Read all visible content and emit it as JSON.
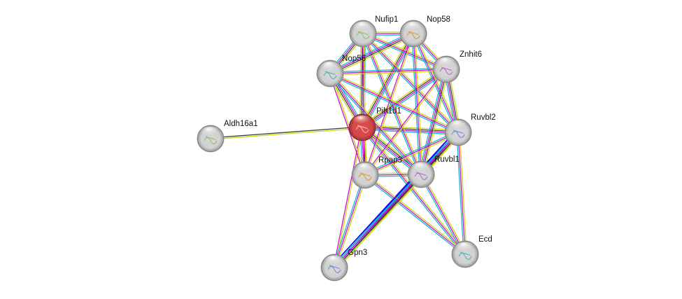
{
  "network": {
    "query_protein": "Pih1d1",
    "nodes": [
      {
        "id": "pih1d1",
        "label": "Pih1d1",
        "query": true,
        "color": "#dd4b4b"
      },
      {
        "id": "nufip1",
        "label": "Nufip1",
        "query": false,
        "color": "#d9d9d9"
      },
      {
        "id": "nop58",
        "label": "Nop58",
        "query": false,
        "color": "#d9d9d9"
      },
      {
        "id": "znhit6",
        "label": "Znhit6",
        "query": false,
        "color": "#d9d9d9"
      },
      {
        "id": "nop56",
        "label": "Nop56",
        "query": false,
        "color": "#d9d9d9"
      },
      {
        "id": "ruvbl2",
        "label": "Ruvbl2",
        "query": false,
        "color": "#d9d9d9"
      },
      {
        "id": "aldh16a1",
        "label": "Aldh16a1",
        "query": false,
        "color": "#d9d9d9"
      },
      {
        "id": "rpap3",
        "label": "Rpap3",
        "query": false,
        "color": "#d9d9d9"
      },
      {
        "id": "ruvbl1",
        "label": "Ruvbl1",
        "query": false,
        "color": "#d9d9d9"
      },
      {
        "id": "ecd",
        "label": "Ecd",
        "query": false,
        "color": "#d9d9d9"
      },
      {
        "id": "gpn3",
        "label": "Gpn3",
        "query": false,
        "color": "#d9d9d9"
      }
    ],
    "edge_colors": {
      "textmining": "#c8d400",
      "coexpression": "#333333",
      "experiments": "#cc00cc",
      "databases": "#00b8cc",
      "cooccurrence": "#0000ff",
      "neighborhood": "#00cc00"
    },
    "edges": [
      {
        "source": "pih1d1",
        "target": "aldh16a1",
        "evidence": [
          "coexpression",
          "textmining"
        ]
      },
      {
        "source": "pih1d1",
        "target": "nufip1",
        "evidence": [
          "experiments",
          "databases",
          "textmining",
          "coexpression"
        ]
      },
      {
        "source": "pih1d1",
        "target": "nop58",
        "evidence": [
          "experiments",
          "databases",
          "textmining",
          "coexpression"
        ]
      },
      {
        "source": "pih1d1",
        "target": "znhit6",
        "evidence": [
          "experiments",
          "databases",
          "textmining",
          "coexpression"
        ]
      },
      {
        "source": "pih1d1",
        "target": "nop56",
        "evidence": [
          "experiments",
          "databases",
          "textmining",
          "coexpression"
        ]
      },
      {
        "source": "pih1d1",
        "target": "ruvbl2",
        "evidence": [
          "experiments",
          "databases",
          "textmining",
          "coexpression"
        ]
      },
      {
        "source": "pih1d1",
        "target": "rpap3",
        "evidence": [
          "experiments",
          "databases",
          "textmining",
          "coexpression"
        ]
      },
      {
        "source": "pih1d1",
        "target": "ruvbl1",
        "evidence": [
          "experiments",
          "databases",
          "textmining",
          "coexpression"
        ]
      },
      {
        "source": "pih1d1",
        "target": "ecd",
        "evidence": [
          "experiments",
          "databases",
          "textmining"
        ]
      },
      {
        "source": "pih1d1",
        "target": "gpn3",
        "evidence": [
          "experiments",
          "textmining"
        ]
      },
      {
        "source": "nufip1",
        "target": "nop58",
        "evidence": [
          "experiments",
          "databases",
          "textmining"
        ]
      },
      {
        "source": "nufip1",
        "target": "nop56",
        "evidence": [
          "experiments",
          "databases",
          "textmining",
          "coexpression"
        ]
      },
      {
        "source": "nufip1",
        "target": "znhit6",
        "evidence": [
          "experiments",
          "databases",
          "textmining"
        ]
      },
      {
        "source": "nufip1",
        "target": "ruvbl2",
        "evidence": [
          "experiments",
          "databases",
          "textmining"
        ]
      },
      {
        "source": "nufip1",
        "target": "ruvbl1",
        "evidence": [
          "experiments",
          "databases",
          "textmining"
        ]
      },
      {
        "source": "nufip1",
        "target": "rpap3",
        "evidence": [
          "experiments",
          "textmining"
        ]
      },
      {
        "source": "nop58",
        "target": "nop56",
        "evidence": [
          "experiments",
          "databases",
          "textmining",
          "coexpression"
        ]
      },
      {
        "source": "nop58",
        "target": "znhit6",
        "evidence": [
          "experiments",
          "databases",
          "textmining"
        ]
      },
      {
        "source": "nop58",
        "target": "ruvbl2",
        "evidence": [
          "experiments",
          "databases",
          "textmining"
        ]
      },
      {
        "source": "nop58",
        "target": "ruvbl1",
        "evidence": [
          "experiments",
          "databases",
          "textmining"
        ]
      },
      {
        "source": "nop58",
        "target": "rpap3",
        "evidence": [
          "experiments",
          "textmining"
        ]
      },
      {
        "source": "znhit6",
        "target": "nop56",
        "evidence": [
          "experiments",
          "databases",
          "textmining"
        ]
      },
      {
        "source": "znhit6",
        "target": "ruvbl2",
        "evidence": [
          "experiments",
          "databases",
          "textmining",
          "coexpression"
        ]
      },
      {
        "source": "znhit6",
        "target": "ruvbl1",
        "evidence": [
          "experiments",
          "databases",
          "textmining",
          "coexpression"
        ]
      },
      {
        "source": "znhit6",
        "target": "rpap3",
        "evidence": [
          "experiments",
          "textmining"
        ]
      },
      {
        "source": "nop56",
        "target": "ruvbl2",
        "evidence": [
          "experiments",
          "databases",
          "textmining"
        ]
      },
      {
        "source": "nop56",
        "target": "ruvbl1",
        "evidence": [
          "experiments",
          "databases",
          "textmining"
        ]
      },
      {
        "source": "nop56",
        "target": "rpap3",
        "evidence": [
          "experiments",
          "textmining"
        ]
      },
      {
        "source": "ruvbl2",
        "target": "ruvbl1",
        "evidence": [
          "experiments",
          "databases",
          "textmining",
          "coexpression",
          "cooccurrence"
        ]
      },
      {
        "source": "ruvbl2",
        "target": "rpap3",
        "evidence": [
          "experiments",
          "databases",
          "textmining"
        ]
      },
      {
        "source": "ruvbl2",
        "target": "ecd",
        "evidence": [
          "experiments",
          "databases",
          "textmining"
        ]
      },
      {
        "source": "ruvbl2",
        "target": "gpn3",
        "evidence": [
          "experiments",
          "databases",
          "textmining",
          "cooccurrence",
          "coexpression"
        ]
      },
      {
        "source": "rpap3",
        "target": "ruvbl1",
        "evidence": [
          "experiments",
          "databases",
          "textmining"
        ]
      },
      {
        "source": "rpap3",
        "target": "ecd",
        "evidence": [
          "experiments",
          "databases",
          "textmining"
        ]
      },
      {
        "source": "rpap3",
        "target": "gpn3",
        "evidence": [
          "experiments",
          "databases",
          "textmining"
        ]
      },
      {
        "source": "ruvbl1",
        "target": "ecd",
        "evidence": [
          "experiments",
          "databases",
          "textmining"
        ]
      },
      {
        "source": "ruvbl1",
        "target": "gpn3",
        "evidence": [
          "experiments",
          "databases",
          "textmining",
          "cooccurrence",
          "coexpression"
        ]
      }
    ]
  }
}
